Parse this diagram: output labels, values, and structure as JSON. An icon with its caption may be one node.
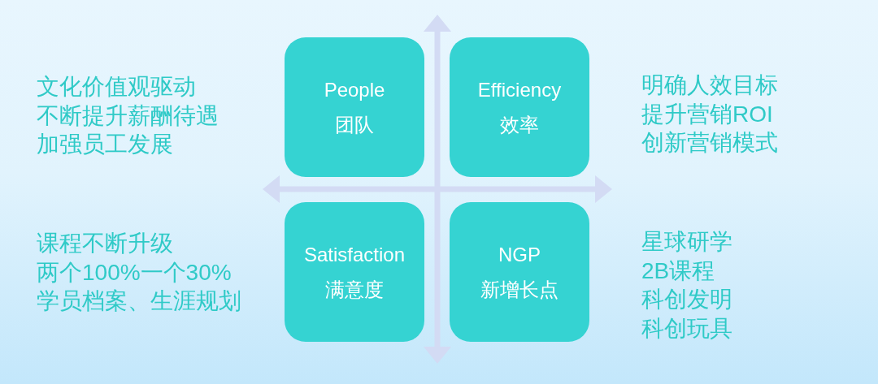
{
  "diagram": {
    "nodes": [
      {
        "text": [
          "People",
          "团队"
        ],
        "beside": [
          "文化价值观驱动",
          "不断提升薪酬待遇",
          "加强员工发展"
        ]
      },
      {
        "text": [
          "Efficiency",
          "效率"
        ],
        "beside": [
          "明确人效目标",
          "提升营销ROI",
          "创新营销模式"
        ]
      },
      {
        "text": [
          "Satisfaction",
          "满意度"
        ],
        "beside": [
          "课程不断升级",
          "两个100%一个30%",
          "学员档案、生涯规划"
        ]
      },
      {
        "text": [
          "NGP",
          "新增长点"
        ],
        "beside": [
          "星球研学",
          "2B课程",
          "科创发明",
          "科创玩具"
        ]
      }
    ]
  }
}
